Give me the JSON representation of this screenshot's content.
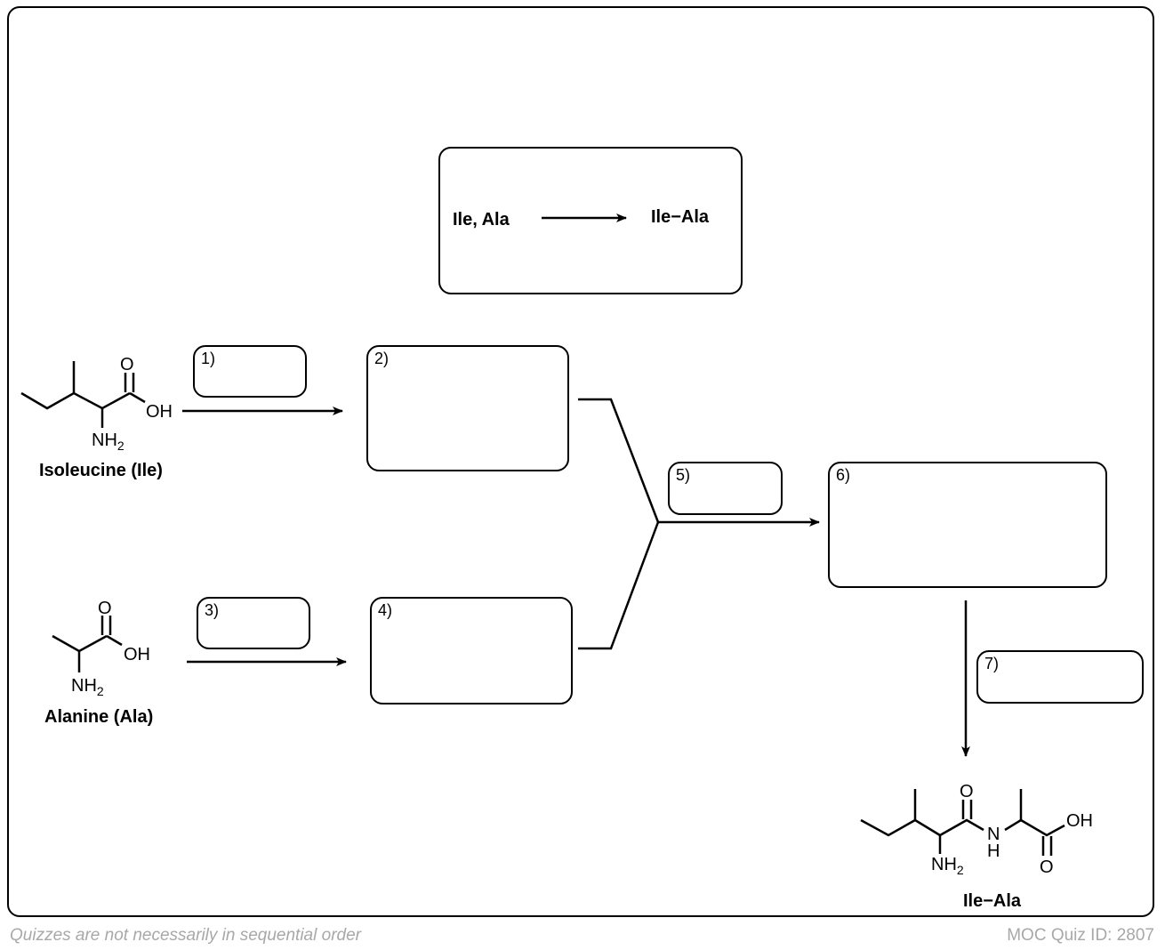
{
  "overview": {
    "reactants": "Ile, Ala",
    "product": "Ile−Ala"
  },
  "molecules": {
    "isoleucine": {
      "name": "Isoleucine (Ile)",
      "oh": "OH",
      "o": "O",
      "nh2": "NH",
      "sub2": "2"
    },
    "alanine": {
      "name": "Alanine (Ala)",
      "oh": "OH",
      "o": "O",
      "nh2": "NH",
      "sub2": "2"
    },
    "dipeptide": {
      "name": "Ile−Ala",
      "oh": "OH",
      "o": "O",
      "n": "N",
      "h": "H",
      "nh2": "NH",
      "sub2": "2"
    }
  },
  "steps": [
    {
      "label": "1)",
      "type": "reagent",
      "answer": ""
    },
    {
      "label": "2)",
      "type": "product",
      "answer": ""
    },
    {
      "label": "3)",
      "type": "reagent",
      "answer": ""
    },
    {
      "label": "4)",
      "type": "product",
      "answer": ""
    },
    {
      "label": "5)",
      "type": "reagent",
      "answer": ""
    },
    {
      "label": "6)",
      "type": "product",
      "answer": ""
    },
    {
      "label": "7)",
      "type": "reagent",
      "answer": ""
    }
  ],
  "footer": {
    "note": "Quizzes are not necessarily in sequential order",
    "quiz_id": "MOC Quiz ID: 2807"
  }
}
